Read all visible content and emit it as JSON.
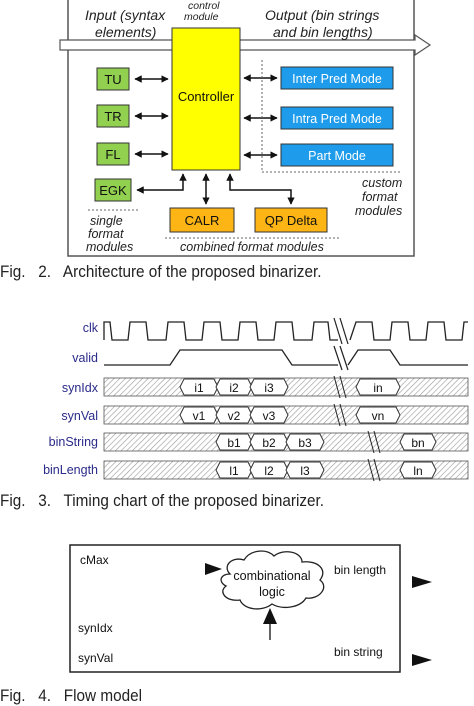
{
  "fig2": {
    "input_label_1": "Input (syntax",
    "input_label_2": "elements)",
    "control_label_1": "control",
    "control_label_2": "module",
    "output_label_1": "Output (bin strings",
    "output_label_2": "and bin lengths)",
    "controller": "Controller",
    "single_modules": [
      "TU",
      "TR",
      "FL",
      "EGK"
    ],
    "custom_modules": [
      "Inter Pred Mode",
      "Intra Pred Mode",
      "Part Mode"
    ],
    "combined_modules": [
      "CALR",
      "QP Delta"
    ],
    "single_label": [
      "single",
      "format",
      "modules"
    ],
    "custom_label": [
      "custom",
      "format",
      "modules"
    ],
    "combined_label": "combined format modules",
    "colors": {
      "green": "#92d050",
      "yellow": "#ffff00",
      "blue": "#1e9bea",
      "orange": "#fdb515"
    }
  },
  "fig2_caption": "Fig.   2.   Architecture of the proposed binarizer.",
  "fig3": {
    "signals": [
      "clk",
      "valid",
      "synIdx",
      "synVal",
      "binString",
      "binLength"
    ],
    "synIdx_values": [
      "i1",
      "i2",
      "i3",
      "in"
    ],
    "synVal_values": [
      "v1",
      "v2",
      "v3",
      "vn"
    ],
    "binString_values": [
      "b1",
      "b2",
      "b3",
      "bn"
    ],
    "binLength_values": [
      "l1",
      "l2",
      "l3",
      "ln"
    ],
    "label_color": "#2a2a8a"
  },
  "fig3_caption": "Fig.   3.   Timing chart of the proposed binarizer.",
  "fig4": {
    "cmax": "cMax",
    "synidx": "synIdx",
    "synval": "synVal",
    "cloud_1": "combinational",
    "cloud_2": "logic",
    "bin_length": "bin length",
    "bin_string": "bin string"
  },
  "fig4_caption": "Fig.   4.   Flow model"
}
